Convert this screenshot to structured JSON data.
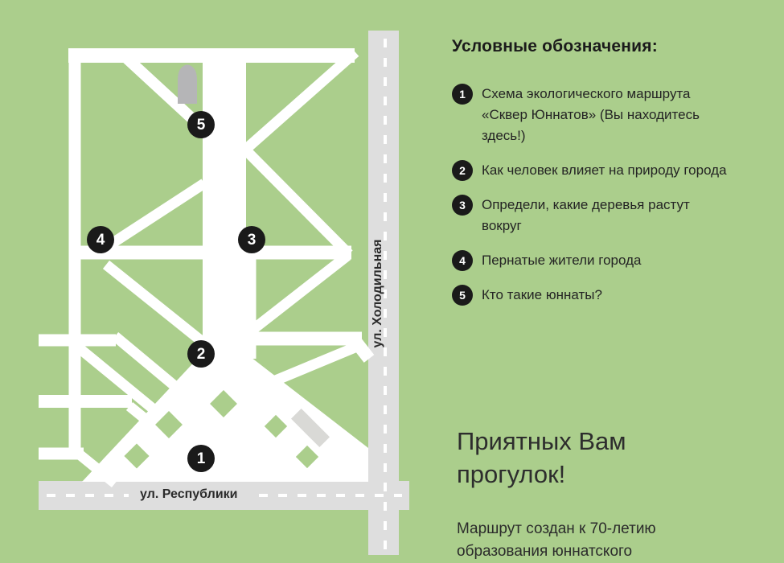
{
  "colors": {
    "background": "#abce8c",
    "road": "#dedede",
    "path": "#ffffff",
    "marker": "#1a1a1a",
    "text": "#242424",
    "monument": "#b5b5b7",
    "building": "#d9d9d6"
  },
  "map": {
    "streets": {
      "vertical": "ул. Холодильная",
      "horizontal": "ул. Республики"
    },
    "markers": [
      {
        "number": "1"
      },
      {
        "number": "2"
      },
      {
        "number": "3"
      },
      {
        "number": "4"
      },
      {
        "number": "5"
      }
    ],
    "icons": [
      "monument-icon",
      "building-icon"
    ]
  },
  "legend": {
    "title": "Условные обозначения:",
    "items": [
      {
        "number": "1",
        "label": "Схема экологического маршрута «Сквер Юннатов» (Вы находитесь здесь!)"
      },
      {
        "number": "2",
        "label": "Как человек влияет на природу города"
      },
      {
        "number": "3",
        "label": "Определи, какие деревья растут вокруг"
      },
      {
        "number": "4",
        "label": "Пернатые жители города"
      },
      {
        "number": "5",
        "label": "Кто такие юннаты?"
      }
    ]
  },
  "footer": {
    "headline": "Приятных Вам прогулок!",
    "note": "Маршрут создан к 70-летию образования юннатского"
  }
}
